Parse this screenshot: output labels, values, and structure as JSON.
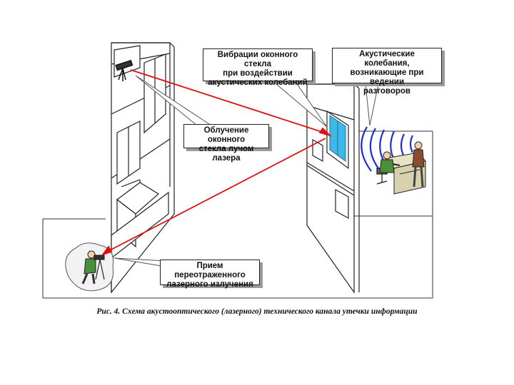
{
  "callouts": {
    "glass_vibration": [
      "Вибрации оконного стекла",
      "при воздействии",
      "акустических колебаний"
    ],
    "acoustic_vibration": [
      "Акустические колебания,",
      "возникающие при ведении",
      "разговоров"
    ],
    "glass_irradiation": [
      "Облучение оконного",
      "стекла лучом лазера"
    ],
    "reflected_reception": [
      "Прием переотраженного",
      "лазерного излучения"
    ]
  },
  "caption": "Рис. 4. Схема акустооптического (лазерного) технического канала утечки информации",
  "colors": {
    "laser": "#e01010",
    "sound_waves": "#1a2fd6",
    "window_glass": "#3fb7e8",
    "line": "#222222",
    "shadow": "#9a9a9a"
  },
  "icons": [
    "laser-emitter-icon",
    "eavesdropper-icon",
    "speaker-person-icon",
    "listener-person-icon",
    "desk-icon",
    "office-chair-icon"
  ]
}
